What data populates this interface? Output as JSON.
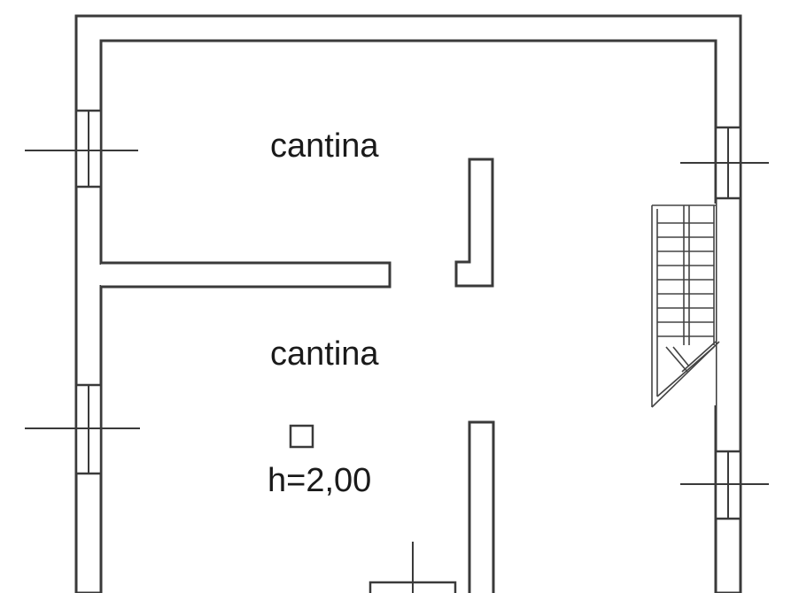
{
  "plan": {
    "rooms": [
      {
        "label": "cantina"
      },
      {
        "label": "cantina"
      }
    ],
    "height_note": "h=2,00"
  }
}
